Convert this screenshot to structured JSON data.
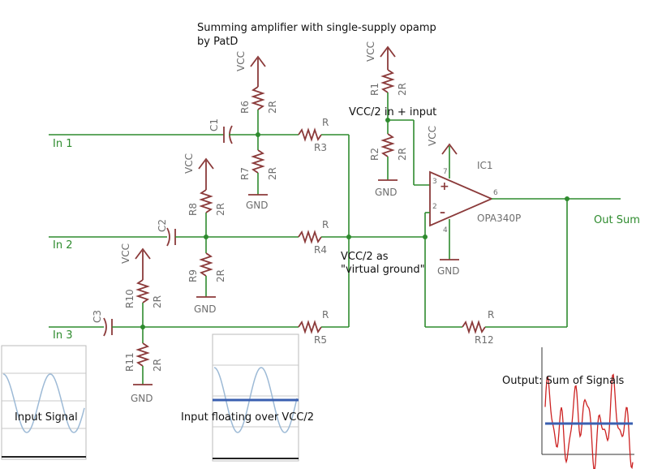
{
  "title_line1": "Summing amplifier with single-supply opamp",
  "title_line2": "by PatD",
  "inputs": {
    "in1": "In 1",
    "in2": "In 2",
    "in3": "In 3"
  },
  "output_label": "Out Sum",
  "components": {
    "c1": "C1",
    "c2": "C2",
    "c3": "C3",
    "r1": "R1",
    "r2": "R2",
    "r3": "R3",
    "r4": "R4",
    "r5": "R5",
    "r6": "R6",
    "r7": "R7",
    "r8": "R8",
    "r9": "R9",
    "r10": "R10",
    "r11": "R11",
    "r12": "R12",
    "value_r": "R",
    "value_2r": "2R",
    "ic1": "IC1",
    "opamp_part": "OPA340P",
    "pin3": "3",
    "pin2": "2",
    "pin7": "7",
    "pin4": "4",
    "pin6": "6",
    "plus": "+",
    "minus": "–"
  },
  "supply": {
    "vcc": "VCC",
    "gnd": "GND"
  },
  "notes": {
    "vcc_half_in": "VCC/2 in + input",
    "virtual_ground_1": "VCC/2 as",
    "virtual_ground_2": "\"virtual ground\""
  },
  "insets": {
    "input_signal": "Input Signal",
    "input_floating": "Input floating over VCC/2",
    "output_sum": "Output: Sum of Signals"
  },
  "colors": {
    "wire": "#2e8b2e",
    "component": "#8b3a3a",
    "sine_light": "#9dbad6",
    "bias_line": "#3a5fb0",
    "sum_wave": "#cc2222"
  }
}
